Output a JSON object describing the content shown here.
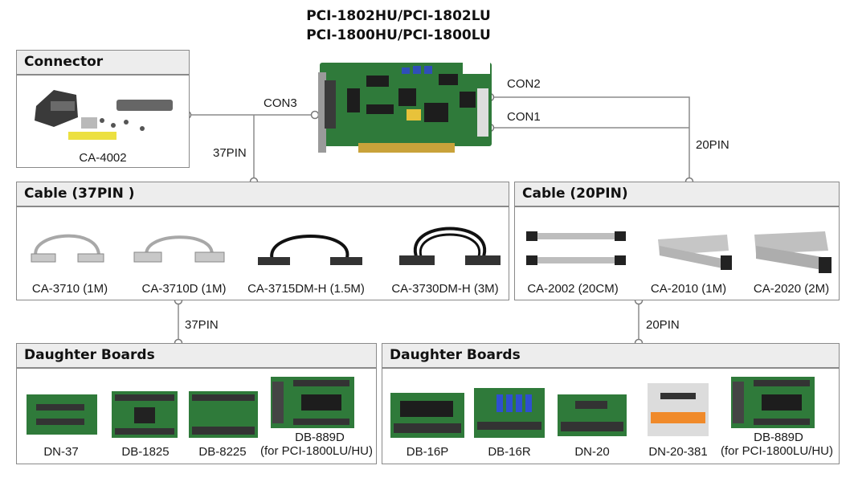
{
  "title": {
    "line1": "PCI-1802HU/PCI-1802LU",
    "line2": "PCI-1800HU/PCI-1800LU"
  },
  "connectors": {
    "con1": "CON1",
    "con2": "CON2",
    "con3": "CON3",
    "pin37_top": "37PIN",
    "pin20_top": "20PIN",
    "pin37_bottom": "37PIN",
    "pin20_bottom": "20PIN"
  },
  "connector_box": {
    "header": "Connector",
    "item": "CA-4002"
  },
  "cable37": {
    "header": "Cable (37PIN )",
    "items": [
      "CA-3710 (1M)",
      "CA-3710D (1M)",
      "CA-3715DM-H (1.5M)",
      "CA-3730DM-H (3M)"
    ]
  },
  "cable20": {
    "header": "Cable (20PIN)",
    "items": [
      "CA-2002 (20CM)",
      "CA-2010 (1M)",
      "CA-2020 (2M)"
    ]
  },
  "daughter_left": {
    "header": "Daughter Boards",
    "items": [
      "DN-37",
      "DB-1825",
      "DB-8225",
      "DB-889D",
      "(for PCI-1800LU/HU)"
    ]
  },
  "daughter_right": {
    "header": "Daughter Boards",
    "items": [
      "DB-16P",
      "DB-16R",
      "DN-20",
      "DN-20-381",
      "DB-889D",
      "(for PCI-1800LU/HU)"
    ]
  },
  "colors": {
    "pcb_green": "#2f7a3a",
    "header_bg": "#ededed",
    "border": "#8a8a8a",
    "line": "#8c8c8c"
  }
}
